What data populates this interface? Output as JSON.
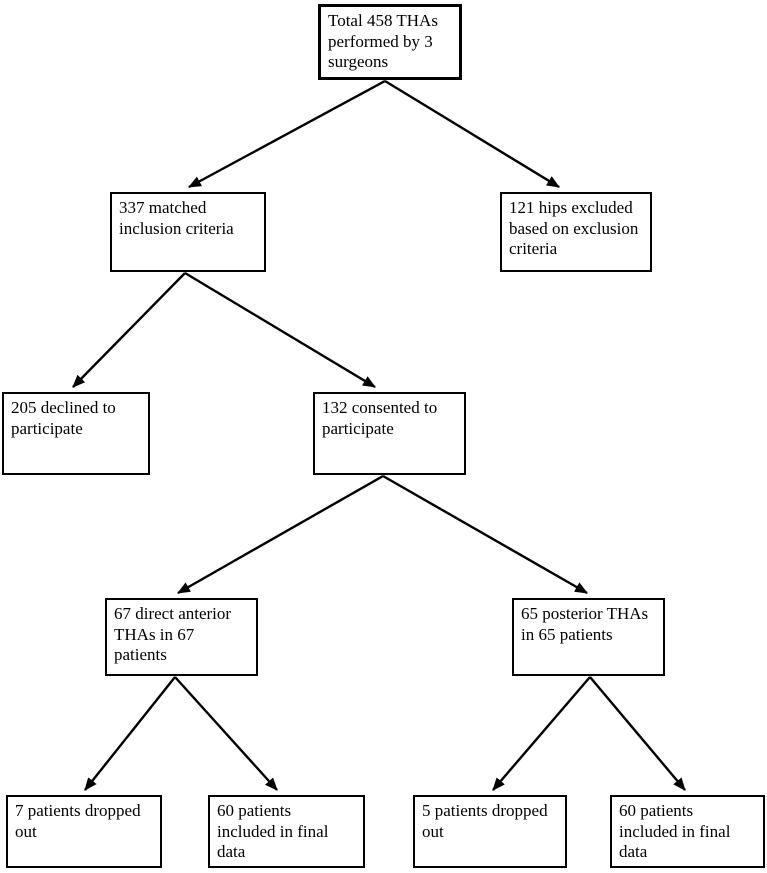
{
  "colors": {
    "box_border": "#000000",
    "box_background": "#ffffff",
    "text": "#000000",
    "arrow": "#000000"
  },
  "nodes": {
    "total": {
      "text": "Total 458 THAs\nperformed by 3\nsurgeons"
    },
    "matched": {
      "text": "337 matched\ninclusion criteria"
    },
    "excluded": {
      "text": "121 hips excluded\nbased on exclusion\ncriteria"
    },
    "declined": {
      "text": "205 declined to\nparticipate"
    },
    "consented": {
      "text": "132 consented to\nparticipate"
    },
    "anterior": {
      "text": "67 direct anterior\nTHAs in 67\npatients"
    },
    "posterior": {
      "text": "65 posterior THAs\nin 65 patients"
    },
    "anterior_dropped": {
      "text": "7 patients dropped\nout"
    },
    "anterior_included": {
      "text": "60 patients\nincluded in final\ndata"
    },
    "posterior_dropped": {
      "text": "5 patients dropped\nout"
    },
    "posterior_included": {
      "text": "60 patients\nincluded in final\ndata"
    }
  }
}
